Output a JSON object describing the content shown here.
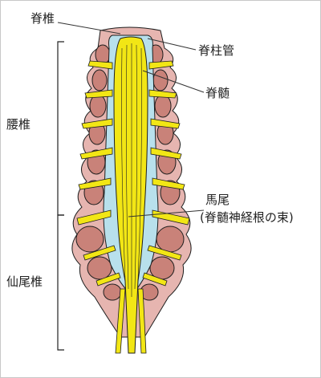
{
  "labels": {
    "vertebra": "脊椎",
    "spinal_canal": "脊柱管",
    "spinal_cord": "脊髄",
    "lumbar": "腰椎",
    "cauda_equina": "馬尾",
    "cauda_equina_note": "(脊髄神経根の束)",
    "sacrococcygeal": "仙尾椎"
  },
  "colors": {
    "bone": "#e6b5b0",
    "bone_dark": "#c98279",
    "canal": "#b8e0ec",
    "nerve": "#f2e615",
    "outline": "#1e1e1e",
    "leader": "#333333"
  }
}
